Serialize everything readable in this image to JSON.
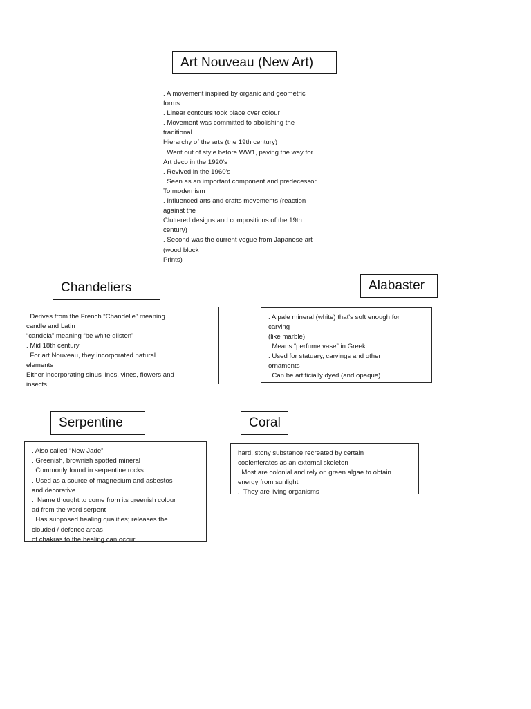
{
  "document": {
    "title": "Art Nouveau (New Art)",
    "page_background": "#ffffff",
    "ink_color": "#1a1a1a",
    "border_color": "#1b1b1b"
  },
  "sections": [
    {
      "id": "art-nouveau",
      "heading": "Art Nouveau (New Art)",
      "lines": [
        ". A movement inspired by organic and geometric",
        "forms",
        ". Linear contours took place over colour",
        ". Movement was committed to abolishing the",
        "traditional",
        "Hierarchy of the arts (the 19th century)",
        ". Went out of style before WW1, paving the way for",
        "Art deco in the 1920's",
        ". Revived in the 1960's",
        ". Seen as an important component and predecessor",
        "To modernism",
        ". Influenced arts and crafts movements (reaction",
        "against the",
        "Cluttered designs and compositions of the 19th",
        "century)",
        ". Second was the current vogue from Japanese art",
        "(wood block",
        "Prints)"
      ]
    },
    {
      "id": "chandeliers",
      "heading": "Chandeliers",
      "lines": [
        ". Derives from the French “Chandelle” meaning",
        "candle and Latin",
        "“candela” meaning “be white glisten”",
        ". Mid 18th century",
        ". For art Nouveau, they incorporated natural",
        "elements",
        "Either incorporating sinus lines, vines, flowers and",
        "insects."
      ]
    },
    {
      "id": "alabaster",
      "heading": "Alabaster",
      "lines": [
        ". A pale mineral (white) that's soft enough for",
        "carving",
        "(like marble)",
        ". Means “perfume vase” in Greek",
        ". Used for statuary, carvings and other",
        "ornaments",
        ". Can be artificially dyed (and opaque)"
      ]
    },
    {
      "id": "serpentine",
      "heading": "Serpentine",
      "lines": [
        ". Also called “New Jade”",
        ". Greenish, brownish spotted mineral",
        ". Commonly found in serpentine rocks",
        ". Used as a source of magnesium and asbestos",
        "and decorative",
        ".  Name thought to come from its greenish colour",
        "ad from the word serpent",
        ". Has supposed healing qualities; releases the",
        "clouded / defence areas",
        "of chakras to the healing can occur"
      ]
    },
    {
      "id": "coral",
      "heading": "Coral",
      "lines": [
        "hard, stony substance recreated by certain",
        "coelenterates as an external skeleton",
        ". Most are colonial and rely on green algae to obtain",
        "energy from sunlight",
        ".  They are living organisms"
      ]
    }
  ]
}
